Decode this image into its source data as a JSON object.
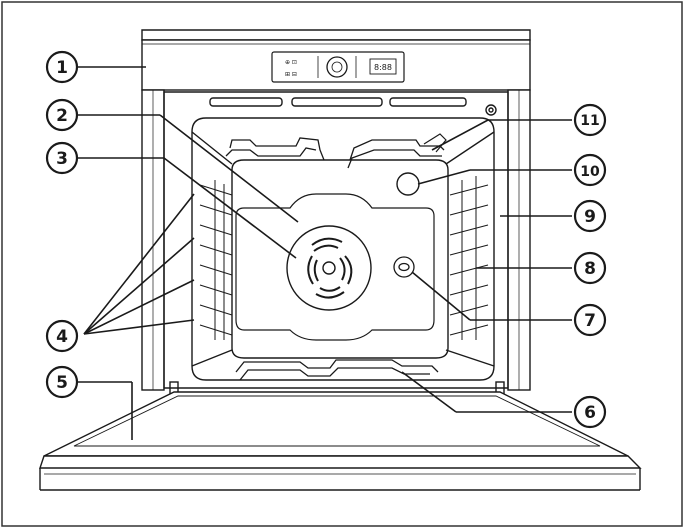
{
  "callouts": [
    {
      "id": "1",
      "label": "1"
    },
    {
      "id": "2",
      "label": "2"
    },
    {
      "id": "3",
      "label": "3"
    },
    {
      "id": "4",
      "label": "4"
    },
    {
      "id": "5",
      "label": "5"
    },
    {
      "id": "6",
      "label": "6"
    },
    {
      "id": "7",
      "label": "7"
    },
    {
      "id": "8",
      "label": "8"
    },
    {
      "id": "9",
      "label": "9"
    },
    {
      "id": "10",
      "label": "10"
    },
    {
      "id": "11",
      "label": "11"
    }
  ],
  "control_panel": {
    "left_text_top": "⊕ ⊡",
    "left_text_bottom": "⊞ ⊟",
    "display_text": "8:88"
  },
  "colors": {
    "line": "#1a1a1a",
    "background": "#ffffff",
    "fill_light": "#f4f4f4"
  }
}
